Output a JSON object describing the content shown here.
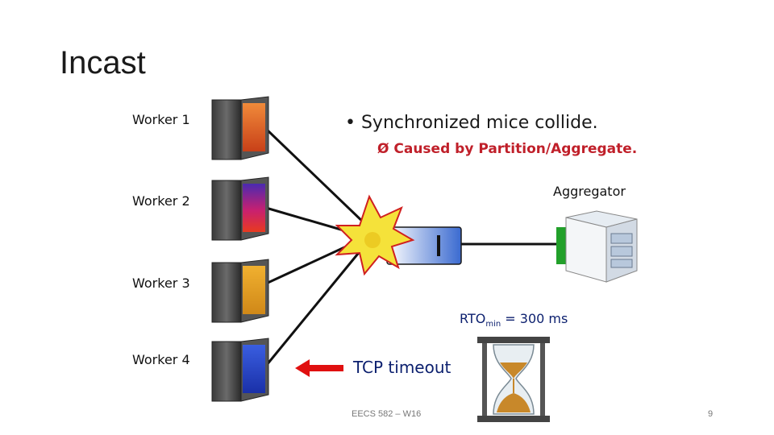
{
  "slide": {
    "title": "Incast",
    "bullet": "• Synchronized mice collide.",
    "sub_bullet": "Ø Caused by Partition/Aggregate.",
    "aggregator_label": "Aggregator",
    "rto_prefix": "RTO",
    "rto_sub": "min",
    "rto_suffix": " = 300 ms",
    "timeout_label": "TCP timeout",
    "footer": "EECS 582 – W16",
    "page_number": "9"
  },
  "workers": [
    {
      "label": "Worker 1",
      "color": "#e8622a"
    },
    {
      "label": "Worker 2",
      "color": "#b22070"
    },
    {
      "label": "Worker 3",
      "color": "#e0a020"
    },
    {
      "label": "Worker 4",
      "color": "#2546c8"
    }
  ],
  "colors": {
    "arrow": "#e01010",
    "star_fill": "#f5e23a",
    "star_stroke": "#d02020",
    "port": "#22a02a",
    "sand": "#c8882a"
  }
}
